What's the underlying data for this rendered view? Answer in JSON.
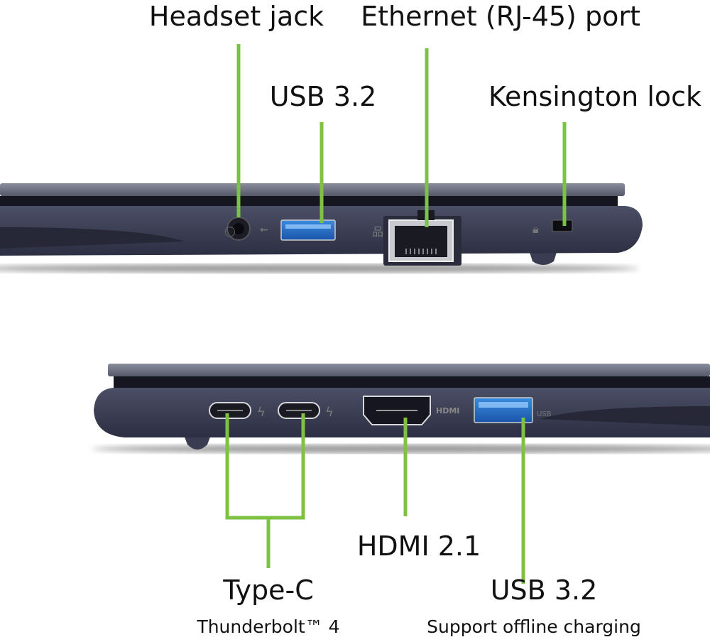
{
  "colors": {
    "leader_line": "#7dc242",
    "chassis": "#3a3d52",
    "usb_blue": "#1f6fc7"
  },
  "top_view": {
    "labels": {
      "headset_jack": "Headset jack",
      "ethernet": "Ethernet (RJ-45) port",
      "usb": "USB 3.2",
      "kensington": "Kensington lock"
    }
  },
  "bottom_view": {
    "labels": {
      "hdmi": "HDMI 2.1",
      "type_c": "Type-C",
      "type_c_sub": "Thunderbolt™ 4",
      "usb": "USB 3.2",
      "usb_sub": "Support offline charging"
    }
  }
}
